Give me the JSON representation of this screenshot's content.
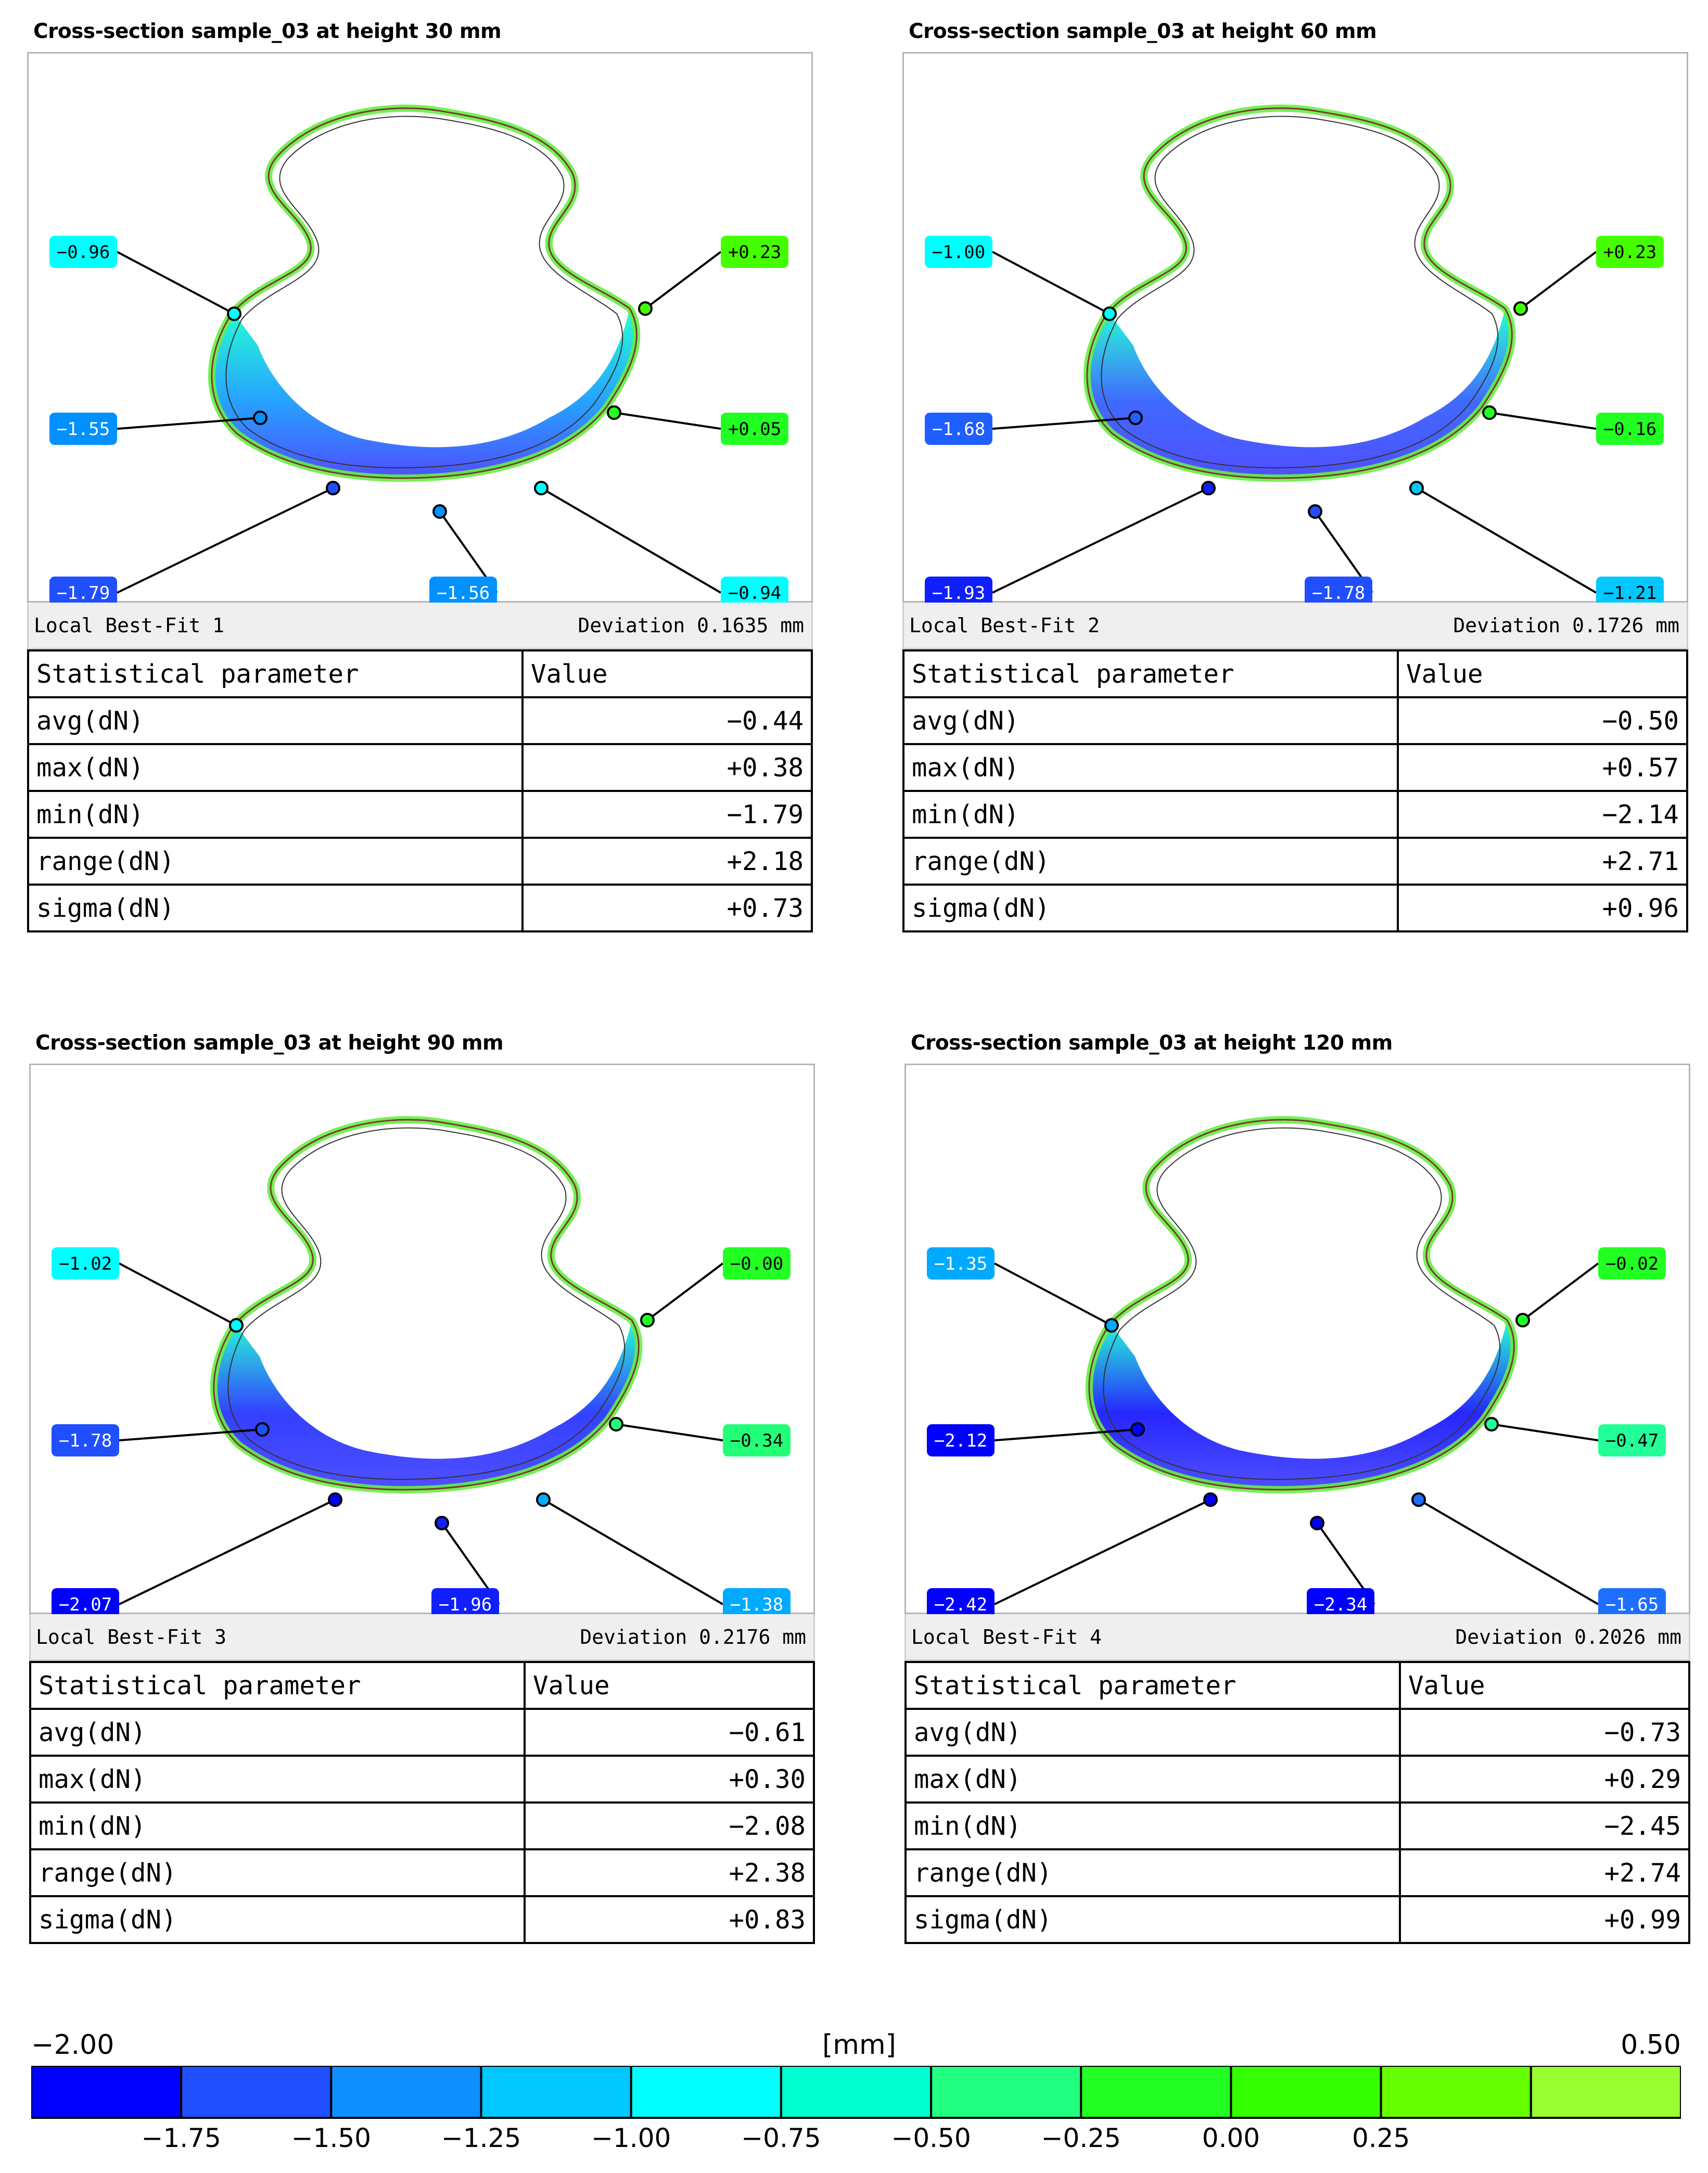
{
  "panels": [
    {
      "title": "Cross-section sample_03 at height 30 mm",
      "fit_label": "Local Best-Fit 1",
      "deviation": "Deviation 0.1635 mm",
      "points": [
        {
          "label": "−0.96",
          "color": "#00ffff"
        },
        {
          "label": "−1.55",
          "color": "#0091ff"
        },
        {
          "label": "−1.79",
          "color": "#1f4fff"
        },
        {
          "label": "−1.56",
          "color": "#0091ff"
        },
        {
          "label": "−0.94",
          "color": "#00ffff"
        },
        {
          "label": "+0.05",
          "color": "#22ff22"
        },
        {
          "label": "+0.23",
          "color": "#44ff00"
        }
      ],
      "stats": {
        "header": [
          "Statistical parameter",
          "Value"
        ],
        "rows": [
          {
            "name": "avg(dN)",
            "value": "−0.44"
          },
          {
            "name": "max(dN)",
            "value": "+0.38"
          },
          {
            "name": "min(dN)",
            "value": "−1.79"
          },
          {
            "name": "range(dN)",
            "value": "+2.18"
          },
          {
            "name": "sigma(dN)",
            "value": "+0.73"
          }
        ]
      }
    },
    {
      "title": "Cross-section sample_03 at height 60 mm",
      "fit_label": "Local Best-Fit 2",
      "deviation": "Deviation 0.1726 mm",
      "points": [
        {
          "label": "−1.00",
          "color": "#00ffff"
        },
        {
          "label": "−1.68",
          "color": "#1f5fff"
        },
        {
          "label": "−1.93",
          "color": "#0f1fff"
        },
        {
          "label": "−1.78",
          "color": "#1f4fff"
        },
        {
          "label": "−1.21",
          "color": "#00c8ff"
        },
        {
          "label": "−0.16",
          "color": "#22ff22"
        },
        {
          "label": "+0.23",
          "color": "#44ff00"
        }
      ],
      "stats": {
        "header": [
          "Statistical parameter",
          "Value"
        ],
        "rows": [
          {
            "name": "avg(dN)",
            "value": "−0.50"
          },
          {
            "name": "max(dN)",
            "value": "+0.57"
          },
          {
            "name": "min(dN)",
            "value": "−2.14"
          },
          {
            "name": "range(dN)",
            "value": "+2.71"
          },
          {
            "name": "sigma(dN)",
            "value": "+0.96"
          }
        ]
      }
    },
    {
      "title": "Cross-section sample_03 at height 90 mm",
      "fit_label": "Local Best-Fit 3",
      "deviation": "Deviation 0.2176 mm",
      "points": [
        {
          "label": "−1.02",
          "color": "#00ffff"
        },
        {
          "label": "−1.78",
          "color": "#1f4fff"
        },
        {
          "label": "−2.07",
          "color": "#0000ff"
        },
        {
          "label": "−1.96",
          "color": "#0f1fff"
        },
        {
          "label": "−1.38",
          "color": "#00aaff"
        },
        {
          "label": "−0.34",
          "color": "#22ff77"
        },
        {
          "label": "−0.00",
          "color": "#22ff22"
        }
      ],
      "stats": {
        "header": [
          "Statistical parameter",
          "Value"
        ],
        "rows": [
          {
            "name": "avg(dN)",
            "value": "−0.61"
          },
          {
            "name": "max(dN)",
            "value": "+0.30"
          },
          {
            "name": "min(dN)",
            "value": "−2.08"
          },
          {
            "name": "range(dN)",
            "value": "+2.38"
          },
          {
            "name": "sigma(dN)",
            "value": "+0.83"
          }
        ]
      }
    },
    {
      "title": "Cross-section sample_03 at height 120 mm",
      "fit_label": "Local Best-Fit 4",
      "deviation": "Deviation 0.2026 mm",
      "points": [
        {
          "label": "−1.35",
          "color": "#00aaff"
        },
        {
          "label": "−2.12",
          "color": "#0000ff"
        },
        {
          "label": "−2.42",
          "color": "#0000ff"
        },
        {
          "label": "−2.34",
          "color": "#0000ff"
        },
        {
          "label": "−1.65",
          "color": "#1f6fff"
        },
        {
          "label": "−0.47",
          "color": "#22ff99"
        },
        {
          "label": "−0.02",
          "color": "#22ff22"
        }
      ],
      "stats": {
        "header": [
          "Statistical parameter",
          "Value"
        ],
        "rows": [
          {
            "name": "avg(dN)",
            "value": "−0.73"
          },
          {
            "name": "max(dN)",
            "value": "+0.29"
          },
          {
            "name": "min(dN)",
            "value": "−2.45"
          },
          {
            "name": "range(dN)",
            "value": "+2.74"
          },
          {
            "name": "sigma(dN)",
            "value": "+0.99"
          }
        ]
      }
    }
  ],
  "legend": {
    "min_label": "−2.00",
    "max_label": "0.50",
    "unit": "[mm]",
    "ticks": [
      "−1.75",
      "−1.50",
      "−1.25",
      "−1.00",
      "−0.75",
      "−0.50",
      "−0.25",
      "0.00",
      "0.25"
    ],
    "colors": [
      "#0000ff",
      "#1f4fff",
      "#0f8fff",
      "#00c8ff",
      "#00ffff",
      "#00ffd0",
      "#20ff80",
      "#22ff22",
      "#33ff00",
      "#66ff00",
      "#99ff33"
    ]
  }
}
